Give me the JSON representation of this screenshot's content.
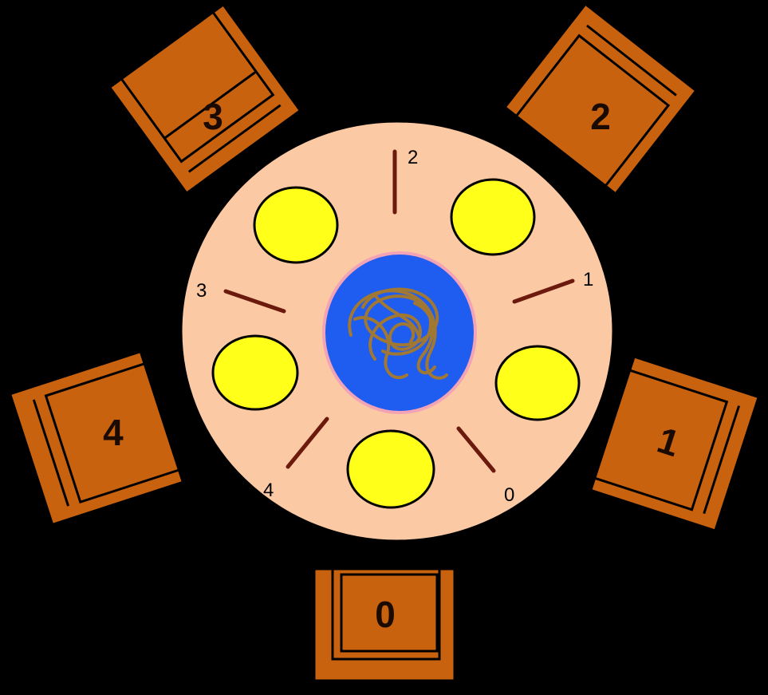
{
  "colors": {
    "background": "#000000",
    "table": "#FBC9A3",
    "plate": "#FFFF19",
    "bowl": "#1F5CF0",
    "bowl_rim": "#F2A3B5",
    "spaghetti": "#A07834",
    "chair": "#C8620F",
    "fork": "#6B1A0D"
  },
  "chairs": [
    {
      "label": "0"
    },
    {
      "label": "1"
    },
    {
      "label": "2"
    },
    {
      "label": "3"
    },
    {
      "label": "4"
    }
  ],
  "forks": [
    {
      "label": "0"
    },
    {
      "label": "1"
    },
    {
      "label": "2"
    },
    {
      "label": "3"
    },
    {
      "label": "4"
    }
  ]
}
